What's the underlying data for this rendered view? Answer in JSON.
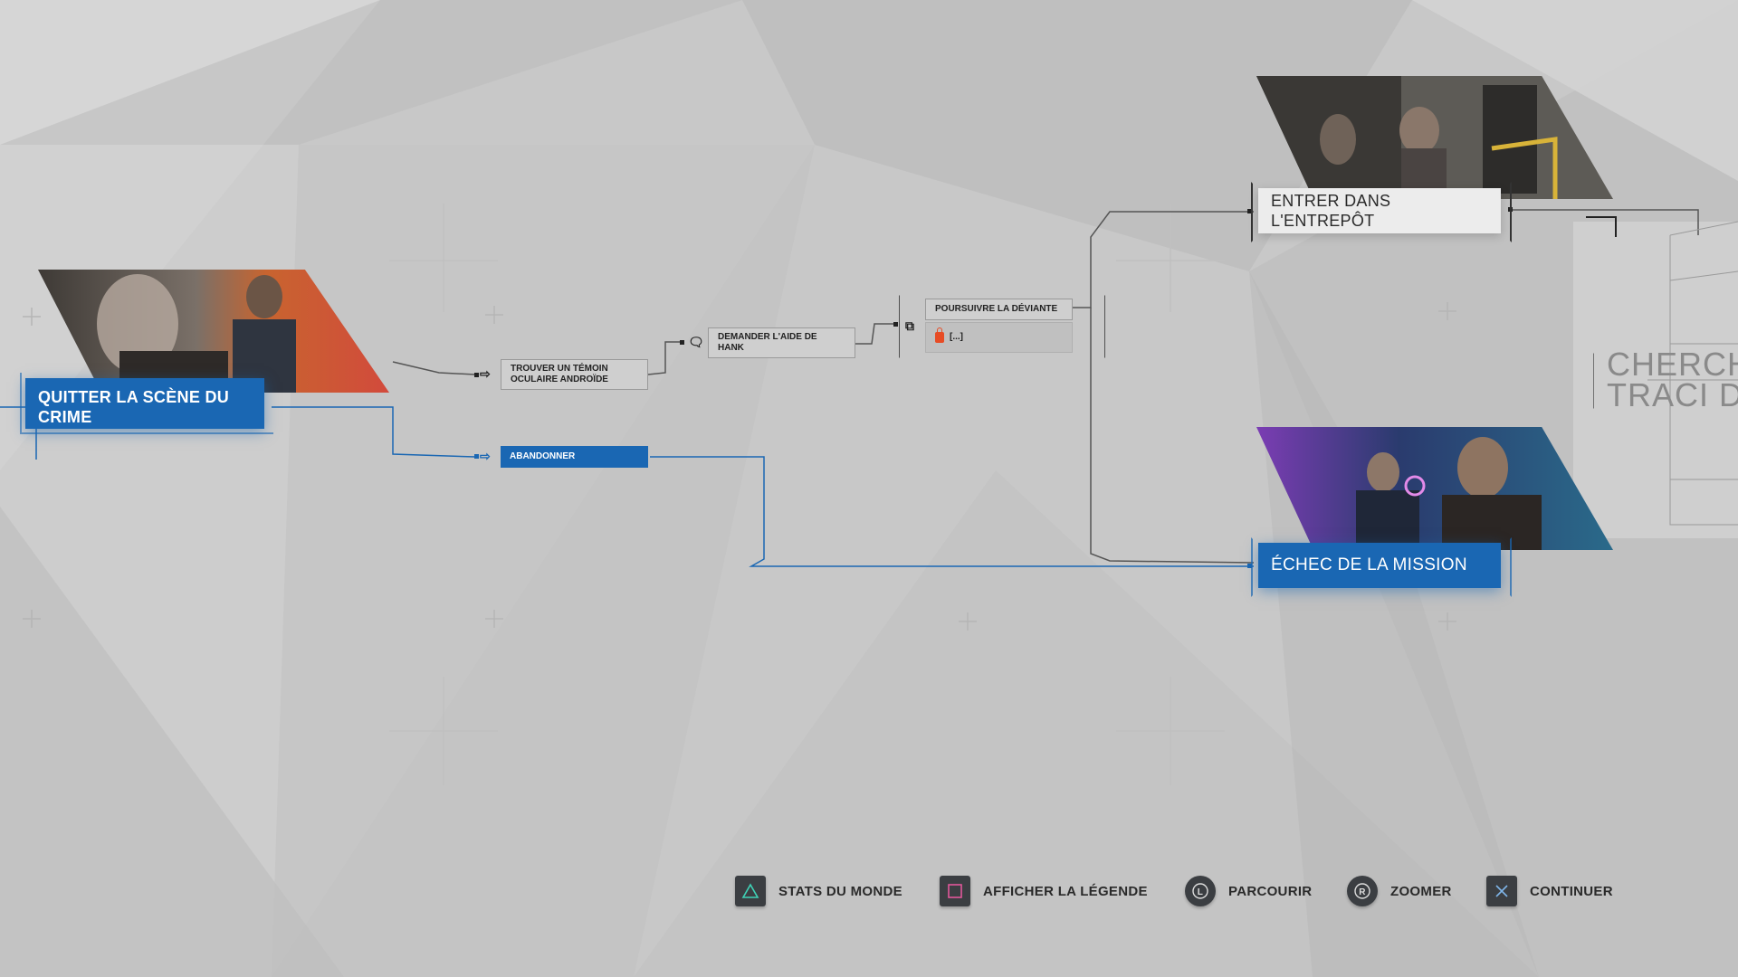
{
  "nodes": {
    "quitter": {
      "label": "QUITTER LA SCÈNE DU CRIME"
    },
    "temoin": {
      "label": "TROUVER UN TÉMOIN OCULAIRE ANDROÏDE"
    },
    "abandonner": {
      "label": "ABANDONNER"
    },
    "hank": {
      "label": "DEMANDER L'AIDE DE HANK"
    },
    "poursuivre": {
      "label": "POURSUIVRE LA DÉVIANTE",
      "locked": "[...]"
    },
    "entrepot": {
      "label": "ENTRER DANS L'ENTREPÔT"
    },
    "echec": {
      "label": "ÉCHEC DE LA MISSION"
    },
    "chercher": {
      "label": "CHERCH\nTRACI D"
    }
  },
  "controls": [
    {
      "icon": "triangle-icon",
      "label": "STATS DU MONDE",
      "color": "#3fd2b6"
    },
    {
      "icon": "square-icon",
      "label": "AFFICHER LA LÉGENDE",
      "color": "#e2579b"
    },
    {
      "icon": "left-stick-icon",
      "label": "PARCOURIR",
      "color": "#dddddd"
    },
    {
      "icon": "right-stick-icon",
      "label": "ZOOMER",
      "color": "#dddddd"
    },
    {
      "icon": "cross-icon",
      "label": "CONTINUER",
      "color": "#7fb4e8"
    }
  ],
  "colors": {
    "accent": "#1a67b3",
    "background": "#c9c9c9",
    "lock": "#e74c25"
  }
}
